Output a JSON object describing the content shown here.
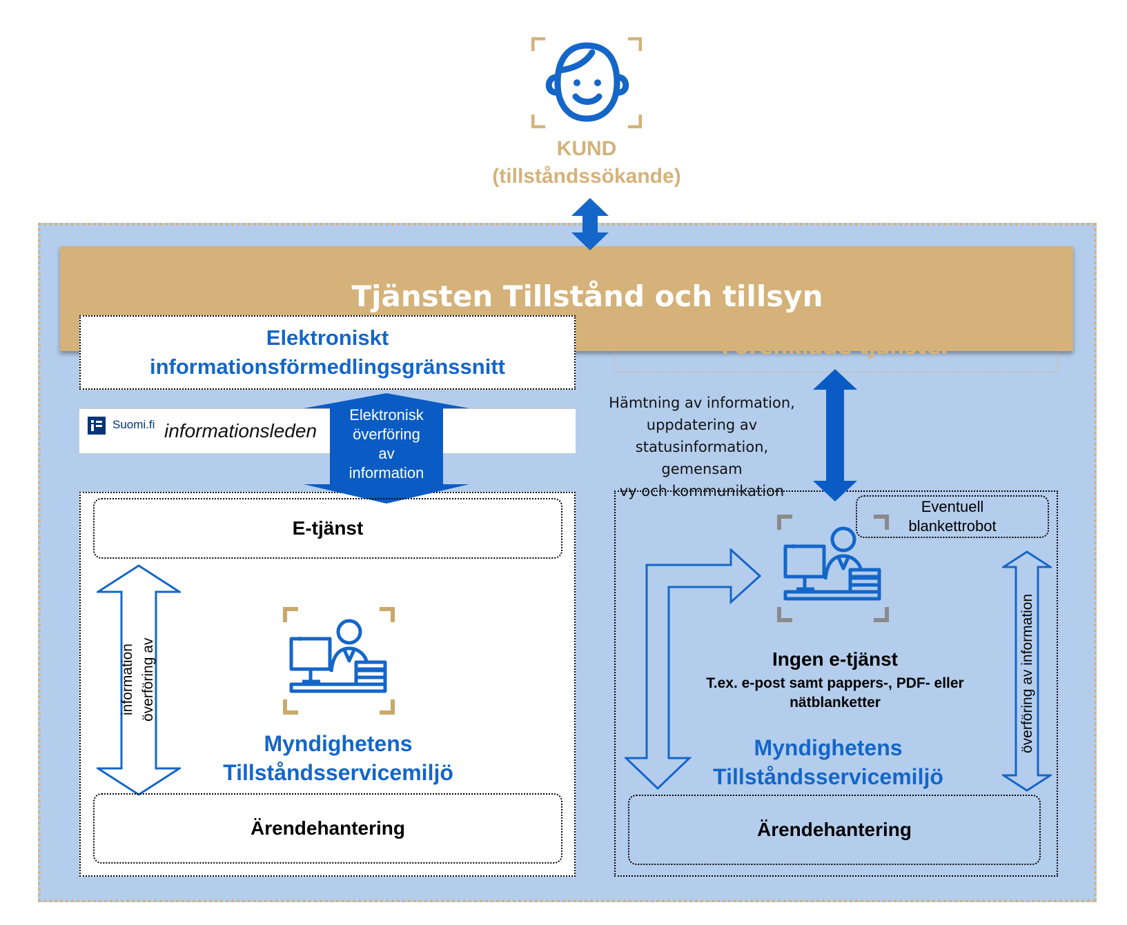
{
  "kund": {
    "title": "KUND",
    "subtitle": "(tillståndssökande)"
  },
  "banner": {
    "title": "Tjänsten Tillstånd och tillsyn"
  },
  "hidden_box": {
    "label": "Förenklade tjänster"
  },
  "interface": {
    "line1": "Elektroniskt",
    "line2": "informationsförmedlingsgränssnitt"
  },
  "suomi": {
    "logo_text": "Suomi.fi",
    "label": "informationsleden"
  },
  "transfer_arrow": {
    "lines": [
      "Elektronisk",
      "överföring",
      "av",
      "information"
    ]
  },
  "retrieval": {
    "lines": [
      "Hämtning av information,",
      "uppdatering av",
      "statusinformation, gemensam",
      "vy och kommunikation"
    ]
  },
  "left": {
    "etjanst": "E-tjänst",
    "vertical_label_1": "överföring av",
    "vertical_label_2": "information",
    "title_1": "Myndighetens",
    "title_2": "Tillståndsservicemiljö",
    "case": "Ärendehantering"
  },
  "right": {
    "robot_1": "Eventuell",
    "robot_2": "blankettrobot",
    "no_service": "Ingen e-tjänst",
    "example_1": "T.ex. e-post samt pappers-, PDF- eller",
    "example_2": "nätblanketter",
    "title_1": "Myndighetens",
    "title_2": "Tillståndsservicemiljö",
    "vertical_label": "överföring av information",
    "case": "Ärendehantering"
  },
  "icons": [
    "customer-face-icon",
    "official-at-computer-icon",
    "official-at-computer-icon"
  ],
  "colors": {
    "accent_blue": "#1466c8",
    "gold": "#d4b27a",
    "panel_blue": "#b4cdec"
  }
}
